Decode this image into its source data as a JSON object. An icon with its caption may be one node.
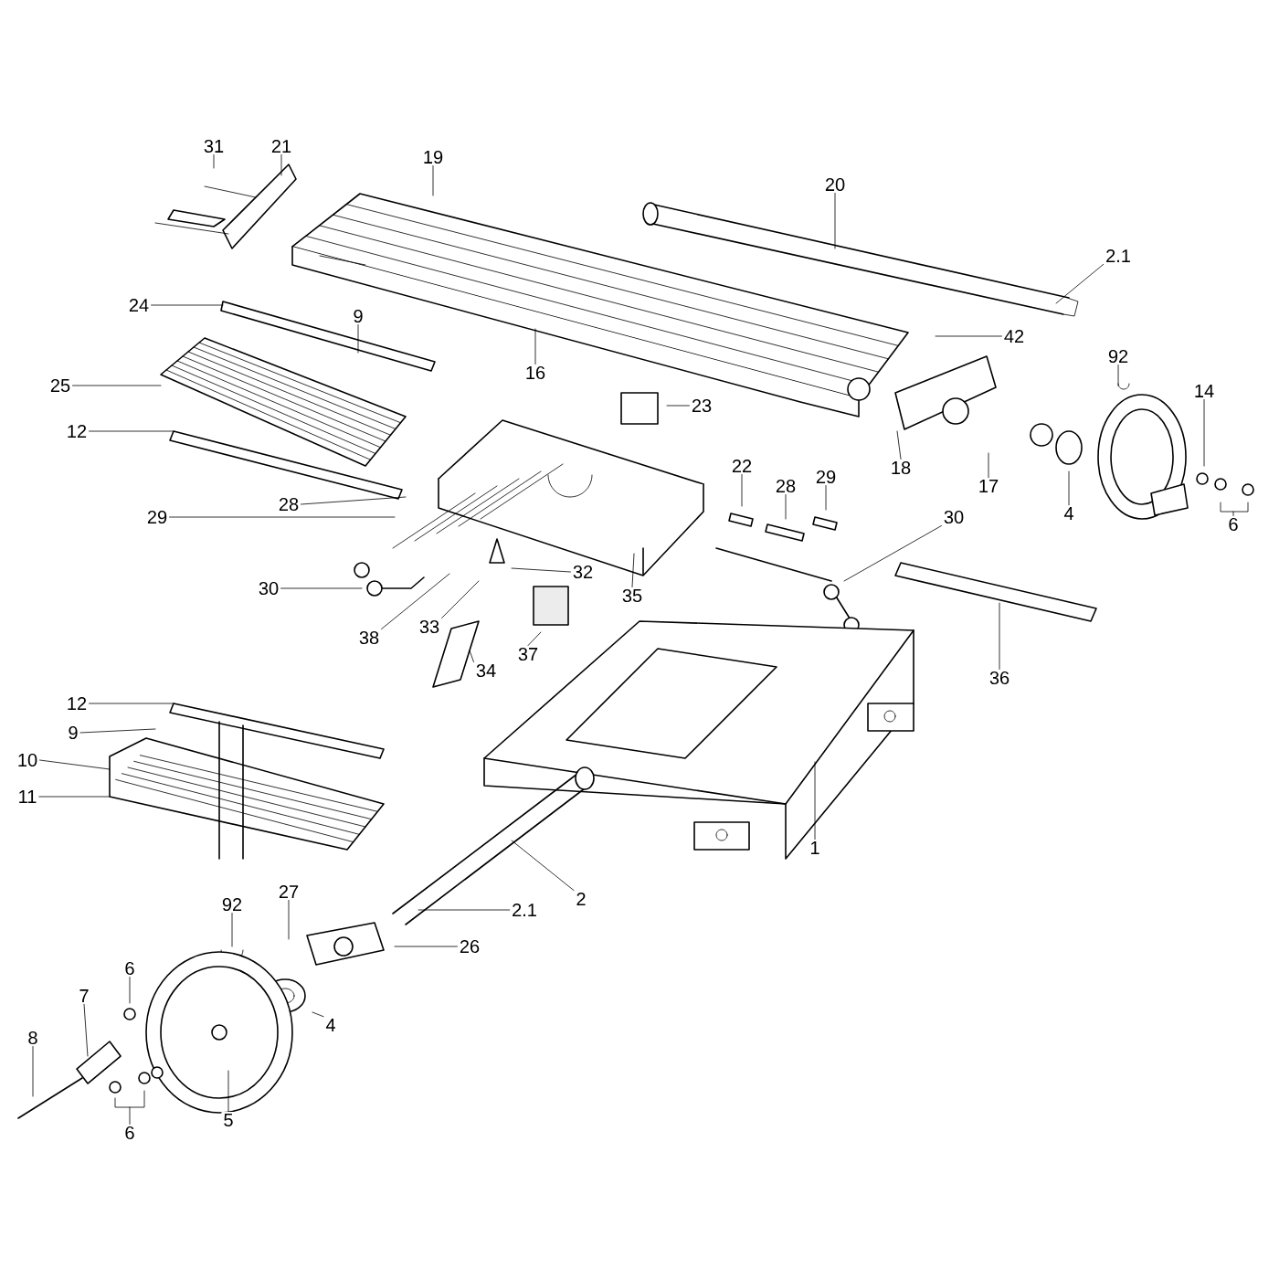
{
  "diagram": {
    "nodes": [
      {
        "text": [
          "31"
        ]
      },
      {
        "text": [
          "21"
        ]
      },
      {
        "text": [
          "19"
        ]
      },
      {
        "text": [
          "20"
        ]
      },
      {
        "text": [
          "2.1"
        ]
      },
      {
        "text": [
          "24"
        ]
      },
      {
        "text": [
          "9"
        ]
      },
      {
        "text": [
          "16"
        ]
      },
      {
        "text": [
          "42"
        ]
      },
      {
        "text": [
          "92"
        ]
      },
      {
        "text": [
          "25"
        ]
      },
      {
        "text": [
          "23"
        ]
      },
      {
        "text": [
          "14"
        ]
      },
      {
        "text": [
          "12"
        ]
      },
      {
        "text": [
          "18"
        ]
      },
      {
        "text": [
          "17"
        ]
      },
      {
        "text": [
          "22"
        ]
      },
      {
        "text": [
          "28"
        ]
      },
      {
        "text": [
          "29"
        ]
      },
      {
        "text": [
          "28"
        ]
      },
      {
        "text": [
          "29"
        ]
      },
      {
        "text": [
          "4"
        ]
      },
      {
        "text": [
          "6"
        ]
      },
      {
        "text": [
          "30"
        ]
      },
      {
        "text": [
          "30"
        ]
      },
      {
        "text": [
          "32"
        ]
      },
      {
        "text": [
          "35"
        ]
      },
      {
        "text": [
          "38"
        ]
      },
      {
        "text": [
          "33"
        ]
      },
      {
        "text": [
          "37"
        ]
      },
      {
        "text": [
          "34"
        ]
      },
      {
        "text": [
          "36"
        ]
      },
      {
        "text": [
          "12"
        ]
      },
      {
        "text": [
          "9"
        ]
      },
      {
        "text": [
          "10"
        ]
      },
      {
        "text": [
          "11"
        ]
      },
      {
        "text": [
          "1"
        ]
      },
      {
        "text": [
          "2"
        ]
      },
      {
        "text": [
          "2.1"
        ]
      },
      {
        "text": [
          "26"
        ]
      },
      {
        "text": [
          "27"
        ]
      },
      {
        "text": [
          "92"
        ]
      },
      {
        "text": [
          "7"
        ]
      },
      {
        "text": [
          "6"
        ]
      },
      {
        "text": [
          "4"
        ]
      },
      {
        "text": [
          "8"
        ]
      },
      {
        "text": [
          "6"
        ]
      },
      {
        "text": [
          "5"
        ]
      }
    ],
    "edges": [
      {
        "from": 0,
        "to": null,
        "arrow": "none"
      },
      {
        "from": 1,
        "to": null,
        "arrow": "none"
      },
      {
        "from": 2,
        "to": null,
        "arrow": "none"
      },
      {
        "from": 3,
        "to": null,
        "arrow": "none"
      },
      {
        "from": 4,
        "to": null,
        "arrow": "none"
      },
      {
        "from": 5,
        "to": null,
        "arrow": "none"
      },
      {
        "from": 6,
        "to": null,
        "arrow": "none"
      },
      {
        "from": 7,
        "to": null,
        "arrow": "none"
      },
      {
        "from": 8,
        "to": null,
        "arrow": "none"
      },
      {
        "from": 9,
        "to": null,
        "arrow": "none"
      },
      {
        "from": 10,
        "to": null,
        "arrow": "none"
      },
      {
        "from": 11,
        "to": null,
        "arrow": "none"
      },
      {
        "from": 12,
        "to": null,
        "arrow": "none"
      },
      {
        "from": 13,
        "to": null,
        "arrow": "none"
      },
      {
        "from": 14,
        "to": null,
        "arrow": "none"
      },
      {
        "from": 15,
        "to": null,
        "arrow": "none"
      },
      {
        "from": 16,
        "to": null,
        "arrow": "none"
      },
      {
        "from": 17,
        "to": null,
        "arrow": "none"
      },
      {
        "from": 18,
        "to": null,
        "arrow": "none"
      },
      {
        "from": 19,
        "to": null,
        "arrow": "none"
      },
      {
        "from": 20,
        "to": null,
        "arrow": "none"
      },
      {
        "from": 21,
        "to": null,
        "arrow": "none"
      },
      {
        "from": 22,
        "to": null,
        "arrow": "none"
      },
      {
        "from": 23,
        "to": null,
        "arrow": "none"
      },
      {
        "from": 24,
        "to": null,
        "arrow": "none"
      },
      {
        "from": 25,
        "to": null,
        "arrow": "none"
      },
      {
        "from": 26,
        "to": null,
        "arrow": "none"
      },
      {
        "from": 27,
        "to": null,
        "arrow": "none"
      },
      {
        "from": 28,
        "to": null,
        "arrow": "none"
      },
      {
        "from": 29,
        "to": null,
        "arrow": "none"
      },
      {
        "from": 30,
        "to": null,
        "arrow": "none"
      },
      {
        "from": 31,
        "to": null,
        "arrow": "none"
      },
      {
        "from": 32,
        "to": null,
        "arrow": "none"
      },
      {
        "from": 33,
        "to": null,
        "arrow": "none"
      },
      {
        "from": 34,
        "to": null,
        "arrow": "none"
      },
      {
        "from": 35,
        "to": null,
        "arrow": "none"
      },
      {
        "from": 36,
        "to": null,
        "arrow": "none"
      },
      {
        "from": 37,
        "to": null,
        "arrow": "none"
      },
      {
        "from": 38,
        "to": null,
        "arrow": "none"
      },
      {
        "from": 39,
        "to": null,
        "arrow": "none"
      },
      {
        "from": 40,
        "to": null,
        "arrow": "none"
      },
      {
        "from": 41,
        "to": null,
        "arrow": "none"
      },
      {
        "from": 42,
        "to": null,
        "arrow": "none"
      },
      {
        "from": 43,
        "to": null,
        "arrow": "none"
      },
      {
        "from": 44,
        "to": null,
        "arrow": "none"
      },
      {
        "from": 45,
        "to": null,
        "arrow": "none"
      },
      {
        "from": 46,
        "to": null,
        "arrow": "none"
      },
      {
        "from": 47,
        "to": null,
        "arrow": "none"
      }
    ]
  }
}
